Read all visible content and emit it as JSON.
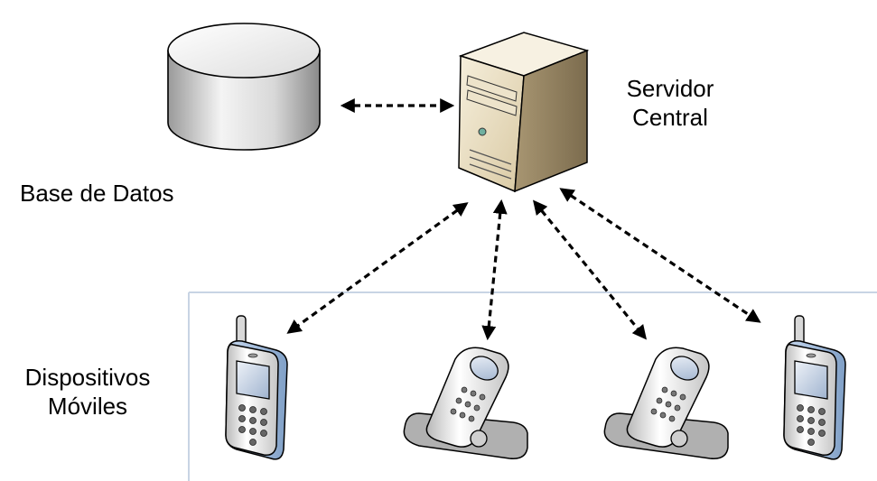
{
  "diagram": {
    "nodes": {
      "database": {
        "label": "Base de Datos",
        "icon": "database-cylinder-icon"
      },
      "server": {
        "label_line1": "Servidor",
        "label_line2": "Central",
        "icon": "server-tower-icon"
      },
      "devices": {
        "label_line1": "Dispositivos",
        "label_line2": "Móviles",
        "items": [
          {
            "icon": "candybar-phone-icon"
          },
          {
            "icon": "flip-phone-icon"
          },
          {
            "icon": "flip-phone-icon"
          },
          {
            "icon": "candybar-phone-icon"
          }
        ]
      }
    },
    "connections": [
      {
        "from": "database",
        "to": "server",
        "style": "dashed",
        "arrows": "both"
      },
      {
        "from": "server",
        "to": "device-1",
        "style": "dashed",
        "arrows": "both"
      },
      {
        "from": "server",
        "to": "device-2",
        "style": "dashed",
        "arrows": "both"
      },
      {
        "from": "server",
        "to": "device-3",
        "style": "dashed",
        "arrows": "both"
      },
      {
        "from": "server",
        "to": "device-4",
        "style": "dashed",
        "arrows": "both"
      }
    ],
    "colors": {
      "arrow": "#000000",
      "device_region_border": "#c8d4e4",
      "server_body": "#e8dcc0",
      "database_body": "#e6e6e6",
      "phone_accent": "#9bb7d8"
    }
  }
}
